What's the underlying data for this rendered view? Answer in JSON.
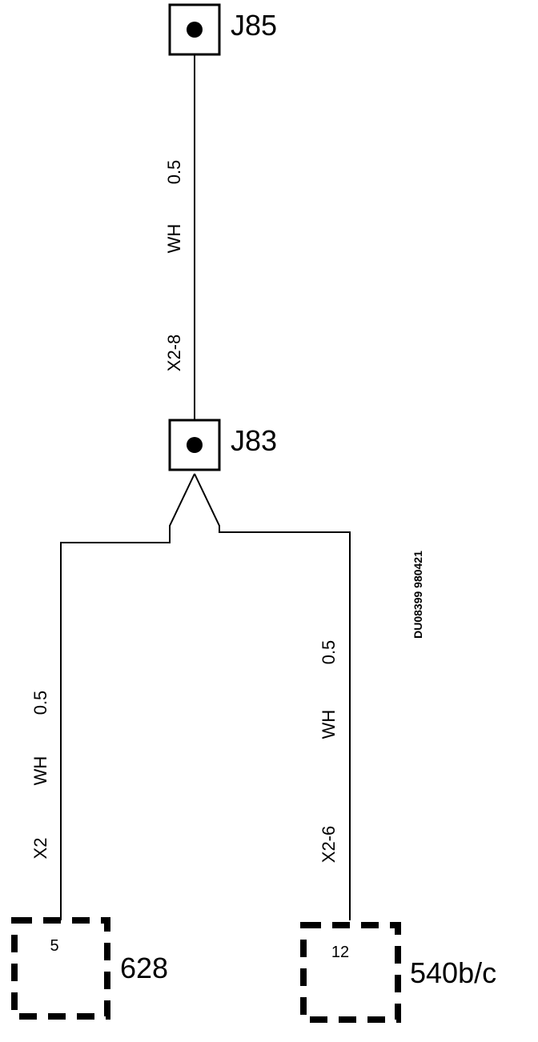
{
  "connectors": {
    "top": {
      "label": "J85"
    },
    "middle": {
      "label": "J83"
    }
  },
  "wires": {
    "top": {
      "gauge": "0.5",
      "color": "WH",
      "circuit": "X2-8"
    },
    "left": {
      "gauge": "0.5",
      "color": "WH",
      "circuit": "X2"
    },
    "right": {
      "gauge": "0.5",
      "color": "WH",
      "circuit": "X2-6"
    }
  },
  "components": {
    "left": {
      "pin": "5",
      "label": "628"
    },
    "right": {
      "pin": "12",
      "label": "540b/c"
    }
  },
  "drawing_code": "DU08399 980421"
}
